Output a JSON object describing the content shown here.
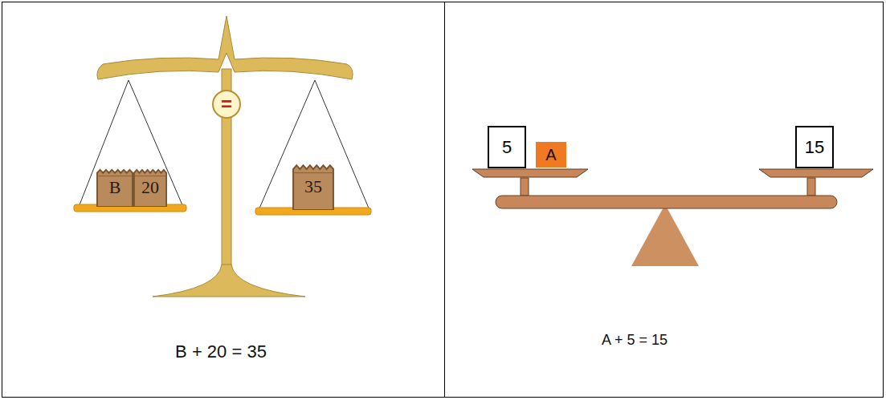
{
  "diagram": {
    "nodes": [
      {
        "text": [
          "="
        ]
      },
      {
        "text": [
          "B"
        ]
      },
      {
        "text": [
          "20"
        ]
      },
      {
        "text": [
          "35"
        ]
      },
      {
        "text": [
          "5"
        ]
      },
      {
        "text": [
          "A"
        ]
      },
      {
        "text": [
          "15"
        ]
      }
    ],
    "labels": [
      "B + 20 = 35",
      "A + 5 = 15"
    ]
  }
}
